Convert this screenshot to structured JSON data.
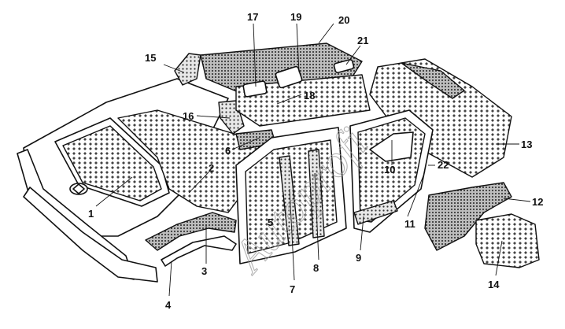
{
  "diagram": {
    "callouts": [
      "1",
      "2",
      "3",
      "4",
      "5",
      "6",
      "7",
      "8",
      "9",
      "10",
      "11",
      "12",
      "13",
      "14",
      "15",
      "16",
      "17",
      "18",
      "19",
      "20",
      "21",
      "22"
    ],
    "watermark": "Autoprofi",
    "colors": {
      "ink": "#111111",
      "paper": "#ffffff",
      "mat_pattern": "#444444",
      "watermark": "#9a9a9a"
    }
  }
}
